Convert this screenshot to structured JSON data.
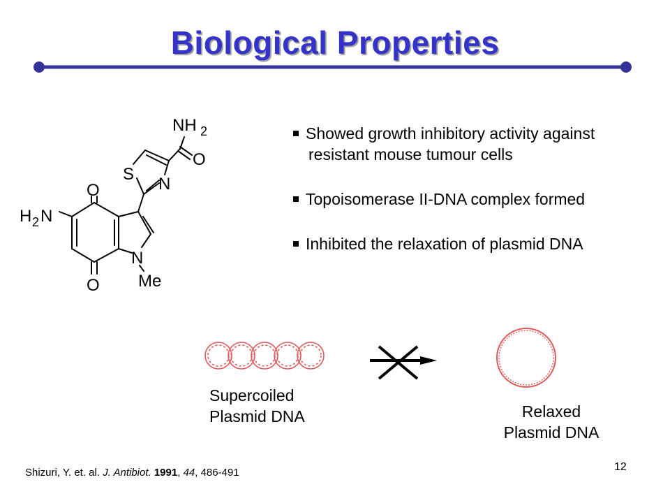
{
  "slide": {
    "title": "Biological Properties",
    "page_number": "12",
    "accent_color": "#3333cc",
    "rule_color": "#333399"
  },
  "molecule": {
    "labels": {
      "nh2_top_n": "NH",
      "nh2_top_sub": "2",
      "carbonyl_o_right": "O",
      "thiazole_s": "S",
      "thiazole_n": "N",
      "quinone_o_top": "O",
      "h2n_h": "H",
      "h2n_sub": "2",
      "h2n_n": "N",
      "indole_n": "N",
      "methyl": "Me",
      "quinone_o_bottom": "O"
    }
  },
  "bullets": [
    {
      "line1": "Showed growth inhibitory activity against",
      "line2": "resistant mouse tumour cells"
    },
    {
      "line1": "Topoisomerase II-DNA complex formed",
      "line2": ""
    },
    {
      "line1": "Inhibited the relaxation of plasmid DNA",
      "line2": ""
    }
  ],
  "dna": {
    "supercoiled_line1": "Supercoiled",
    "supercoiled_line2": "Plasmid DNA",
    "relaxed_line1": "Relaxed",
    "relaxed_line2": "Plasmid DNA",
    "dna_color": "#e05a5a"
  },
  "citation": {
    "authors": "Shizuri, Y. et. al. ",
    "journal": "J. Antibiot.",
    "year": "1991",
    "volume": "44",
    "pages": ", 486-491"
  }
}
